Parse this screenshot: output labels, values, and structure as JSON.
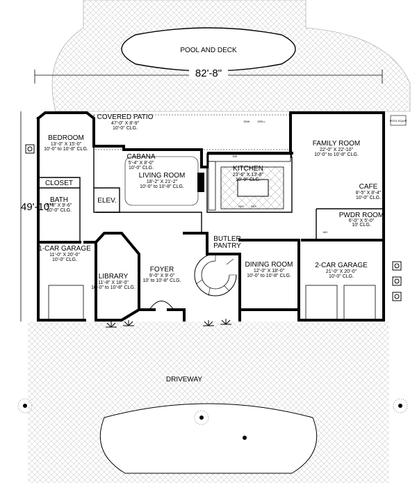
{
  "plan": {
    "width_dim": "82'-8\"",
    "depth_dim": "49'-10\"",
    "pool_label": "POOL AND DECK",
    "driveway_label": "DRIVEWAY",
    "pool_equip": "POOL EQUIP",
    "grill": "GRILL",
    "sink": "SINK"
  },
  "rooms": {
    "covered_patio": {
      "name": "COVERED PATIO",
      "size": "47'-0\" X 8'-9\"",
      "clg": "10'-0\" CLG."
    },
    "bedroom": {
      "name": "BEDROOM",
      "size": "13'-0\" X 15'-0\"",
      "clg": "10'-0\" to 10'-8\" CLG."
    },
    "cabana": {
      "name": "CABANA",
      "size": "5'-4\" X 8'-0\"",
      "clg": "10'-0\" CLG."
    },
    "living": {
      "name": "LIVING ROOM",
      "size": "18'-2\" X 21'-2\"",
      "clg": "10'-0\" to 10'-8\" CLG."
    },
    "kitchen": {
      "name": "KITCHEN",
      "size": "23'-6\" X 13'-8\"",
      "clg": "10'-0\" CLG."
    },
    "family": {
      "name": "FAMILY ROOM",
      "size": "22'-0\" X 22'-10\"",
      "clg": "10'-0\" to 10'-8\" CLG."
    },
    "closet": {
      "name": "CLOSET"
    },
    "elev": {
      "name": "ELEV."
    },
    "bath": {
      "name": "BATH",
      "size": "8'-8\" X 9'-6\"",
      "clg": "10'-0\" CLG."
    },
    "cafe": {
      "name": "CAFE",
      "size": "8'-5\" X 8'-4\"",
      "clg": "10'-0\" CLG."
    },
    "pwdr": {
      "name": "PWDR ROOM",
      "size": "6'-0\" X 5'-0\"",
      "clg": "10' CLG."
    },
    "garage1": {
      "name": "1-CAR GARAGE",
      "size": "11'-0\" X 20'-0\"",
      "clg": "10'-0\" CLG."
    },
    "butler": {
      "name1": "BUTLER",
      "name2": "PANTRY"
    },
    "library": {
      "name": "LIBRARY",
      "size": "11'-8\" X 18'-0\"",
      "clg": "10'-0\" to 10'-8\" CLG."
    },
    "foyer": {
      "name": "FOYER",
      "size": "9'-0\" X 9'-0\"",
      "clg": "10' to 10'-8\" CLG."
    },
    "dining": {
      "name": "DINING ROOM",
      "size": "12'-0\" X 18'-0\"",
      "clg": "10'-0\" to 10'-8\" CLG."
    },
    "garage2": {
      "name": "2-CAR GARAGE",
      "size": "21'-0\" X 20'-0\"",
      "clg": "10'-0\" CLG."
    }
  },
  "small_labels": {
    "ref1": "REF",
    "ref2": "REF",
    "dw": "DW",
    "wh": "WH"
  }
}
